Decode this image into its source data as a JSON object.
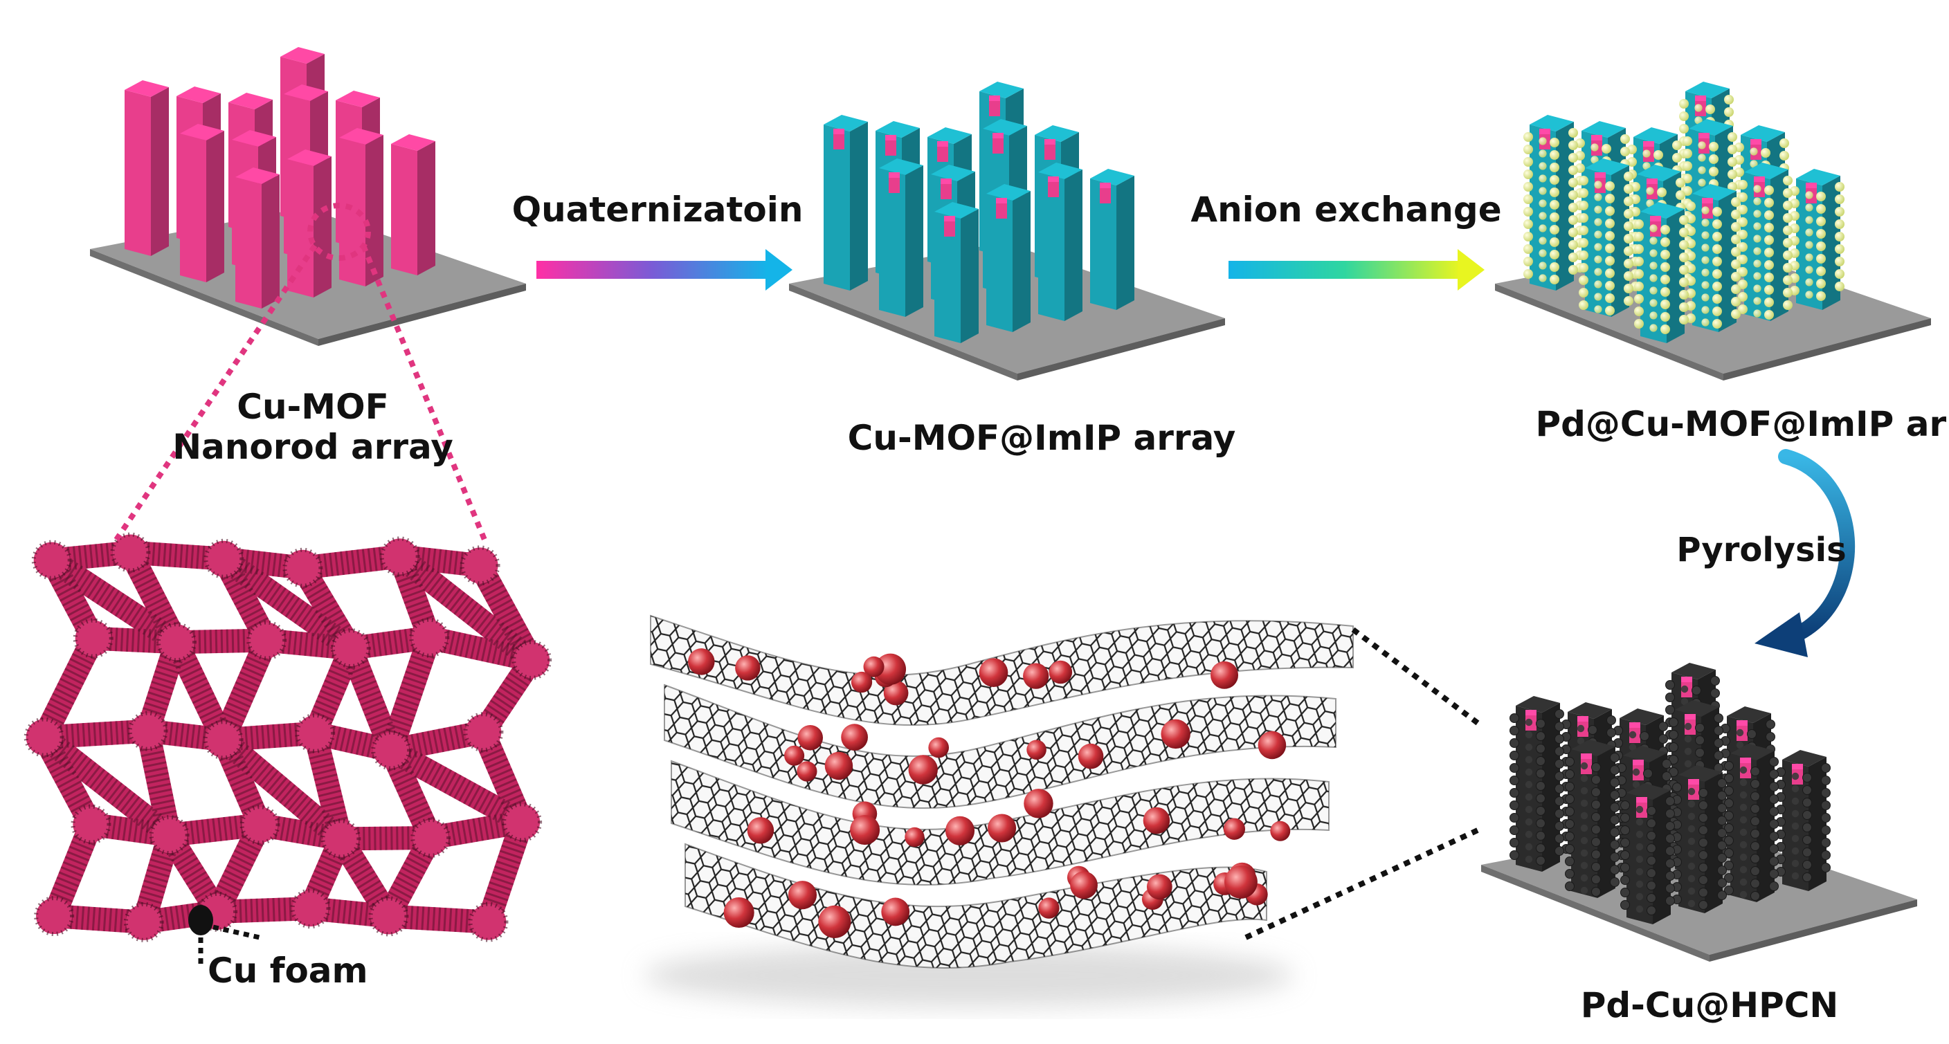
{
  "stages": {
    "cu_mof": {
      "line1": "Cu-MOF",
      "line2": "Nanorod array"
    },
    "imip": {
      "label": "Cu-MOF@ImIP array"
    },
    "pd": {
      "label": "Pd@Cu-MOF@ImIP array"
    },
    "pdcu": {
      "label": "Pd-Cu@HPCN"
    }
  },
  "steps": {
    "quaternization": "Quaternizatoin",
    "anion_exchange": "Anion exchange",
    "pyrolysis": "Pyrolysis"
  },
  "foam": {
    "label": "Cu foam"
  },
  "colors": {
    "mof_pink": "#e83e8c",
    "imip_teal": "#1aa3b4",
    "pd_yellow": "#e9f29a",
    "carbon_dark": "#2b2b2b",
    "pd_particle_red": "#c0303a",
    "substrate_gray": "#9a9a9a"
  }
}
